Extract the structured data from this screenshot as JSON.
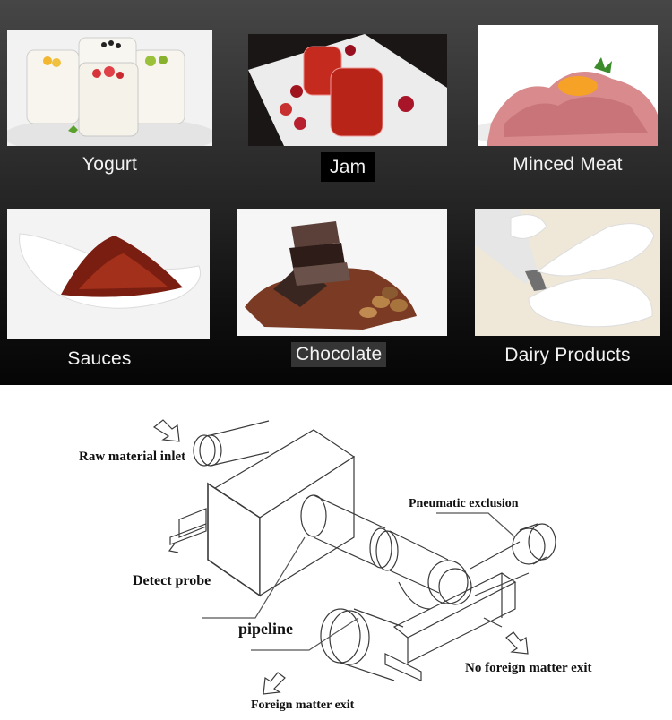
{
  "applications": {
    "items": [
      {
        "label": "Yogurt",
        "image": "yogurt-cups-photo"
      },
      {
        "label": "Jam",
        "image": "jam-jars-photo"
      },
      {
        "label": "Minced Meat",
        "image": "minced-meat-photo"
      },
      {
        "label": "Sauces",
        "image": "chili-sauce-bowl-photo"
      },
      {
        "label": "Chocolate",
        "image": "chocolate-cocoa-photo"
      },
      {
        "label": "Dairy Products",
        "image": "whipped-cream-photo"
      }
    ],
    "colors": {
      "panel_top": "#464646",
      "panel_bottom": "#050505",
      "caption": "#f2f2f2"
    }
  },
  "diagram": {
    "labels": {
      "raw_material_inlet": "Raw material inlet",
      "pneumatic_exclusion": "Pneumatic exclusion",
      "detect_probe": "Detect probe",
      "pipeline": "pipeline",
      "no_foreign_matter_exit": "No foreign matter exit",
      "foreign_matter_exit": "Foreign matter exit"
    }
  }
}
